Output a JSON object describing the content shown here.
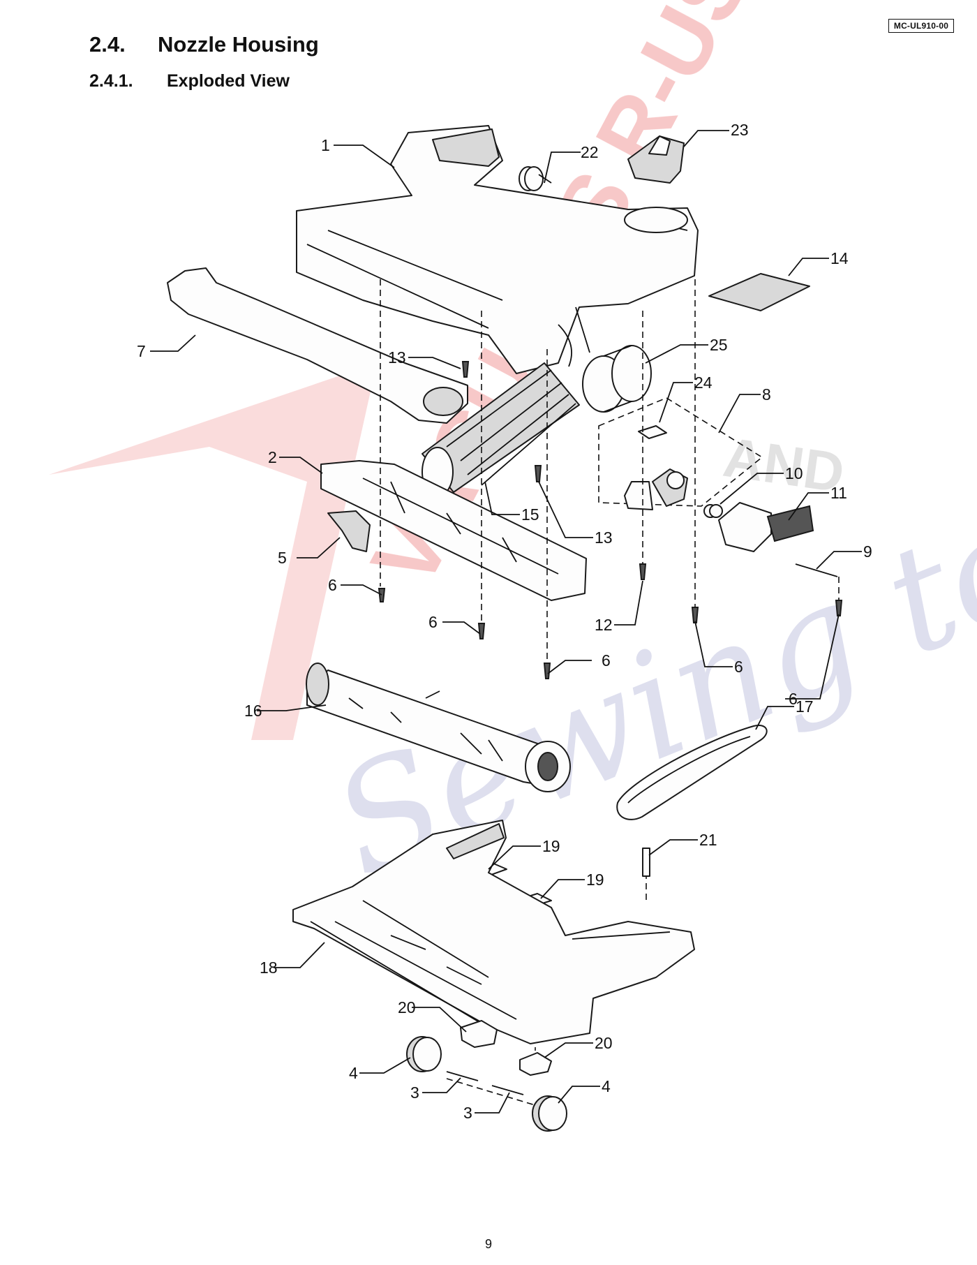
{
  "header": {
    "model_code": "MC-UL910-00",
    "section_number": "2.4.",
    "section_title": "Nozzle Housing",
    "subsection_number": "2.4.1.",
    "subsection_title": "Exploded View"
  },
  "watermark": {
    "brand_lines": [
      "VACUUMS R-US",
      "AND",
      "Sewing too"
    ],
    "red": "#e84a4a",
    "blue": "#7c82bd"
  },
  "callouts": [
    "1",
    "22",
    "23",
    "14",
    "7",
    "13",
    "25",
    "24",
    "8",
    "2",
    "15",
    "13",
    "10",
    "11",
    "5",
    "9",
    "6",
    "12",
    "6",
    "6",
    "6",
    "6",
    "16",
    "17",
    "19",
    "21",
    "19",
    "18",
    "20",
    "20",
    "4",
    "3",
    "3",
    "4"
  ],
  "footer": {
    "page_number": "9"
  }
}
